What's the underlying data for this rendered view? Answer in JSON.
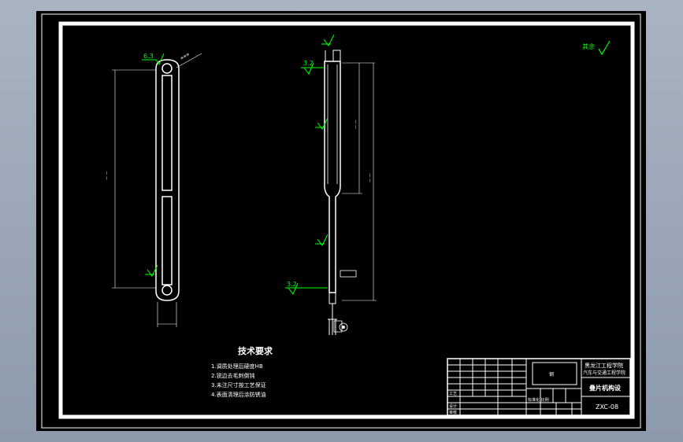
{
  "drawing": {
    "technical_requirements": {
      "title": "技术要求",
      "items": [
        "1.调质处理后硬度HB",
        "2.锐边去毛刺倒钝",
        "3.未注尺寸按工艺保证",
        "4.表面清理后涂防锈油"
      ]
    },
    "surface_roughness": {
      "left_top": "6.3",
      "shaft_top": "3.2",
      "shaft_bottom": "3.2",
      "other_label": "其余"
    },
    "title_block": {
      "school_line1": "黑龙江工程学院",
      "school_line2": "汽车与交通工程学院",
      "part_name": "叠片机构设",
      "drawing_number": "ZXC-08",
      "cell_design": "设计",
      "cell_check": "审核",
      "cell_process": "工艺",
      "cell_scale_row": "标准化 比例",
      "cell_material": "钢"
    }
  },
  "colors": {
    "frame": "#ffffff",
    "annotation": "#00ff00",
    "dimension": "#ffffff",
    "background": "#000000"
  }
}
